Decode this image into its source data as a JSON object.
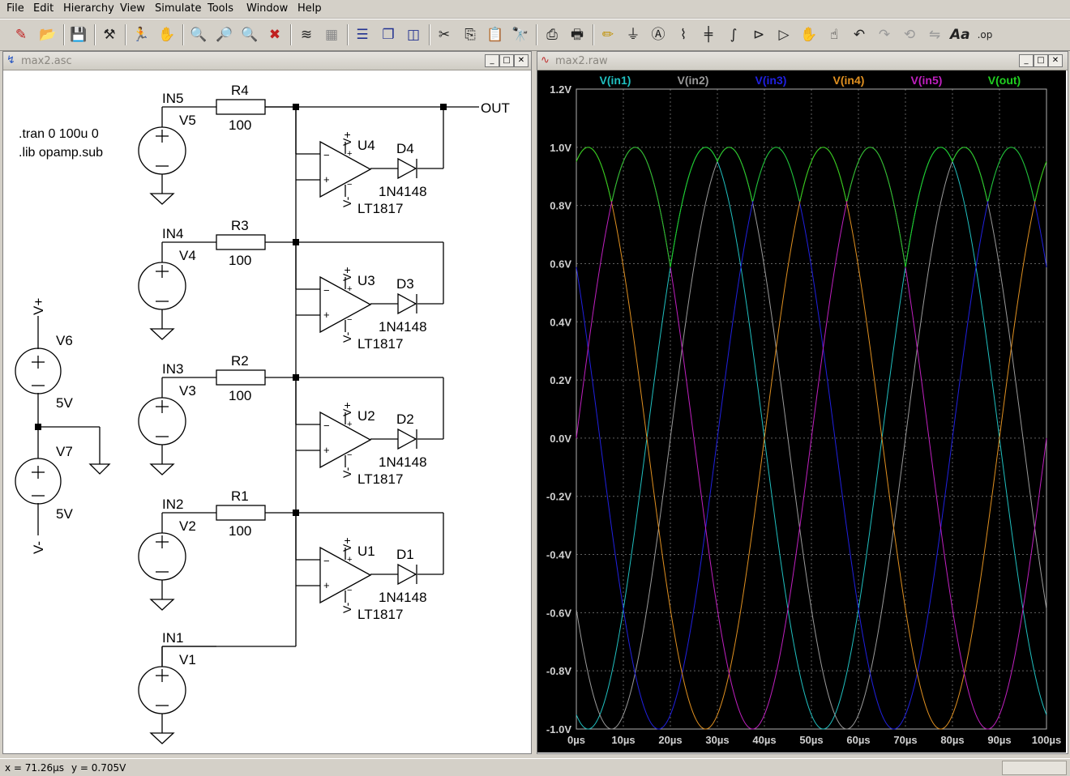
{
  "menu": [
    "File",
    "Edit",
    "Hierarchy",
    "View",
    "Simulate",
    "Tools",
    "Window",
    "Help"
  ],
  "toolbar": [
    "new-schematic",
    "open",
    "save",
    "control-panel",
    "run",
    "halt",
    "zoom-in",
    "zoom-pan",
    "zoom-out",
    "zoom-cancel",
    "autorange",
    "grid",
    "tile-horizontal",
    "cascade",
    "tile-vertical",
    "cut",
    "copy",
    "paste",
    "find",
    "print-setup",
    "print",
    "draw-wire",
    "ground",
    "label-net",
    "resistor",
    "capacitor",
    "inductor",
    "diode",
    "component",
    "move",
    "drag",
    "undo",
    "redo",
    "rotate",
    "mirror",
    "text",
    "spice-directive"
  ],
  "schematic": {
    "title": "max2.asc",
    "directives": [
      ".tran 0 100u 0",
      ".lib opamp.sub"
    ],
    "output_label": "OUT",
    "inputs": [
      {
        "net": "IN5",
        "source": "V5"
      },
      {
        "net": "IN4",
        "source": "V4"
      },
      {
        "net": "IN3",
        "source": "V3"
      },
      {
        "net": "IN2",
        "source": "V2"
      },
      {
        "net": "IN1",
        "source": "V1"
      }
    ],
    "stages": [
      {
        "resistor": "R4",
        "value": "100",
        "opamp": "U4",
        "diode": "D4",
        "diode_model": "1N4148",
        "opamp_model": "LT1817"
      },
      {
        "resistor": "R3",
        "value": "100",
        "opamp": "U3",
        "diode": "D3",
        "diode_model": "1N4148",
        "opamp_model": "LT1817"
      },
      {
        "resistor": "R2",
        "value": "100",
        "opamp": "U2",
        "diode": "D2",
        "diode_model": "1N4148",
        "opamp_model": "LT1817"
      },
      {
        "resistor": "R1",
        "value": "100",
        "opamp": "U1",
        "diode": "D1",
        "diode_model": "1N4148",
        "opamp_model": "LT1817"
      }
    ],
    "supply": {
      "vplus": "V+",
      "vminus": "V-",
      "v6": "V6",
      "v6_value": "5V",
      "v7": "V7",
      "v7_value": "5V"
    },
    "pin": {
      "vplus": "V+",
      "vminus": "V-",
      "plus": "+",
      "minus": "−"
    }
  },
  "waveform": {
    "title": "max2.raw",
    "background": "#000000",
    "grid_color": "#606060",
    "axis_color": "#b0b0b0"
  },
  "chart_data": {
    "type": "line",
    "xlim": [
      0,
      100
    ],
    "ylim": [
      -1.0,
      1.2
    ],
    "x_unit": "µs",
    "y_unit": "V",
    "x_ticks": [
      "0µs",
      "10µs",
      "20µs",
      "30µs",
      "40µs",
      "50µs",
      "60µs",
      "70µs",
      "80µs",
      "90µs",
      "100µs"
    ],
    "y_ticks": [
      "1.2V",
      "1.0V",
      "0.8V",
      "0.6V",
      "0.4V",
      "0.2V",
      "0.0V",
      "-0.2V",
      "-0.4V",
      "-0.6V",
      "-0.8V",
      "-1.0V"
    ],
    "grid": true,
    "legend_position": "top",
    "series": [
      {
        "name": "V(in1)",
        "color": "#20c0c0",
        "amplitude": 1.0,
        "period_us": 50,
        "phase_deg": 252
      },
      {
        "name": "V(in2)",
        "color": "#9a9a9a",
        "amplitude": 1.0,
        "period_us": 50,
        "phase_deg": 216
      },
      {
        "name": "V(in3)",
        "color": "#2020e0",
        "amplitude": 1.0,
        "period_us": 50,
        "phase_deg": 144
      },
      {
        "name": "V(in4)",
        "color": "#e09020",
        "amplitude": 1.0,
        "period_us": 50,
        "phase_deg": 72
      },
      {
        "name": "V(in5)",
        "color": "#c020c0",
        "amplitude": 1.0,
        "period_us": 50,
        "phase_deg": 0
      },
      {
        "name": "V(out)",
        "color": "#20d020",
        "type": "max_of_inputs"
      }
    ]
  },
  "status": {
    "x": "x = 71.26µs",
    "y": "y = 0.705V"
  }
}
